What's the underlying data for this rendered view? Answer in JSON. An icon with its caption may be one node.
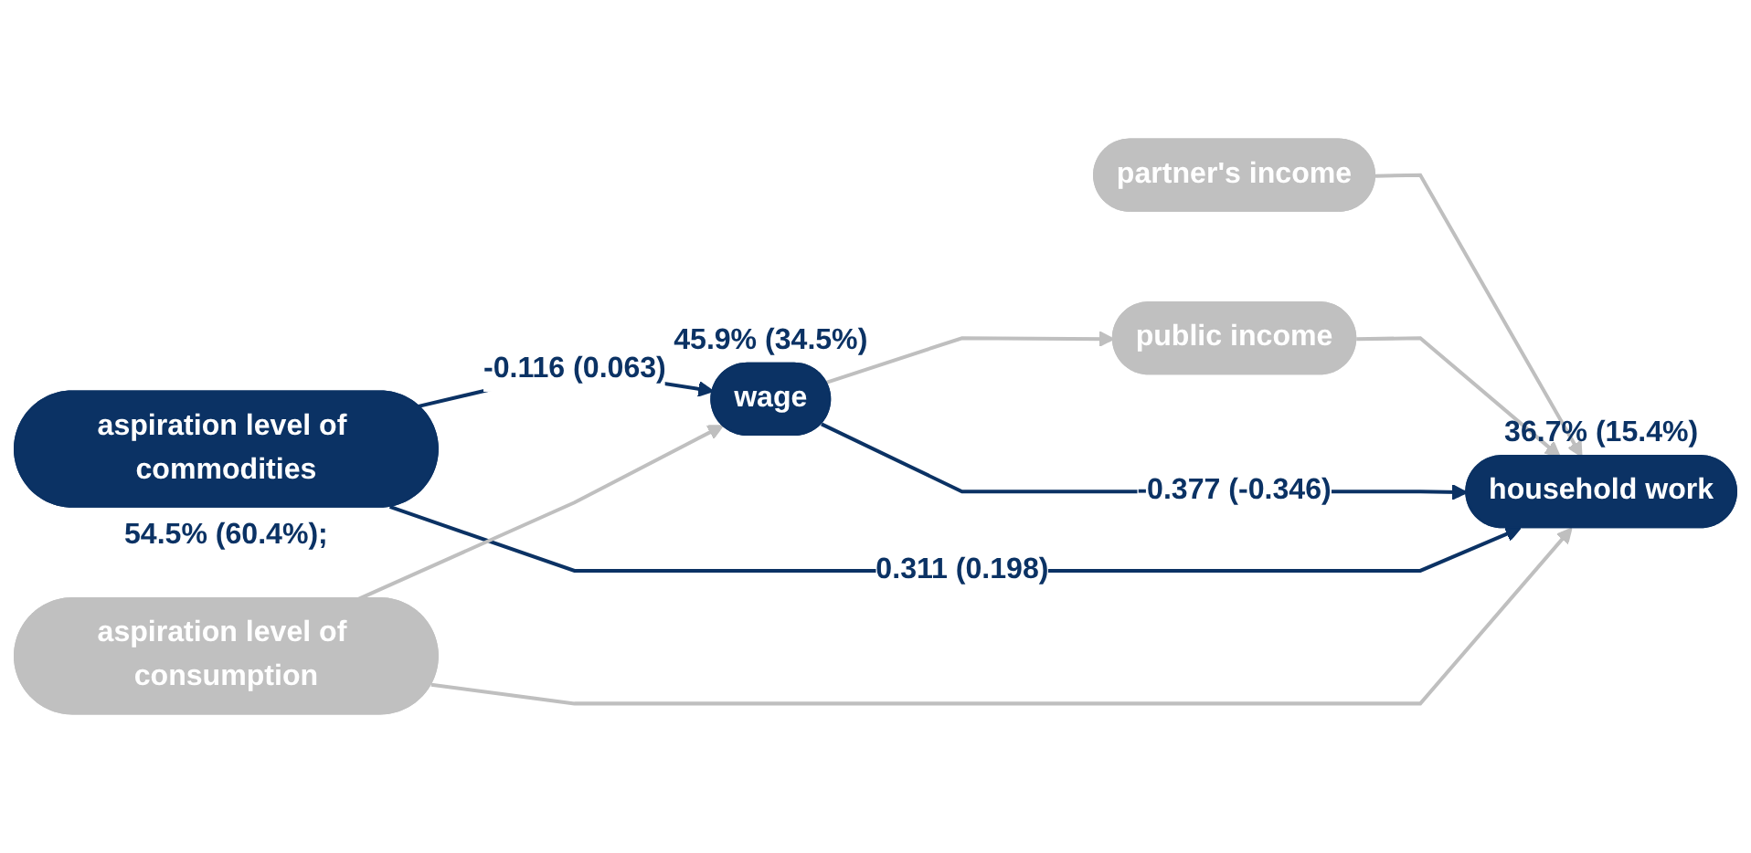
{
  "diagram": {
    "nodes": [
      {
        "text": [
          "partner's income"
        ]
      },
      {
        "text": [
          "public income"
        ]
      },
      {
        "text": [
          "wage"
        ],
        "beside": [
          "45.9% (34.5%)"
        ]
      },
      {
        "text": [
          "household work"
        ],
        "beside": [
          "36.7% (15.4%)"
        ]
      },
      {
        "text": [
          "aspiration level of commodities"
        ],
        "beside": [
          "54.5% (60.4%);"
        ]
      },
      {
        "text": [
          "aspiration level of consumption"
        ]
      }
    ],
    "edges": [
      {
        "from": 2,
        "to": 1,
        "arrow": "to"
      },
      {
        "from": 0,
        "to": 3,
        "arrow": "to"
      },
      {
        "from": 1,
        "to": 3,
        "arrow": "to"
      },
      {
        "from": 2,
        "to": 3,
        "arrow": "to",
        "label": "-0.377 (-0.346)",
        "color": "#0b3264"
      },
      {
        "from": 4,
        "to": 2,
        "arrow": "to",
        "label": "-0.116 (0.063)",
        "color": "#0b3264"
      },
      {
        "from": 4,
        "to": 3,
        "arrow": "to",
        "label": "0.311 (0.198)",
        "color": "#0b3264"
      },
      {
        "from": 5,
        "to": 2,
        "arrow": "to"
      },
      {
        "from": 5,
        "to": 3,
        "arrow": "to"
      }
    ]
  }
}
